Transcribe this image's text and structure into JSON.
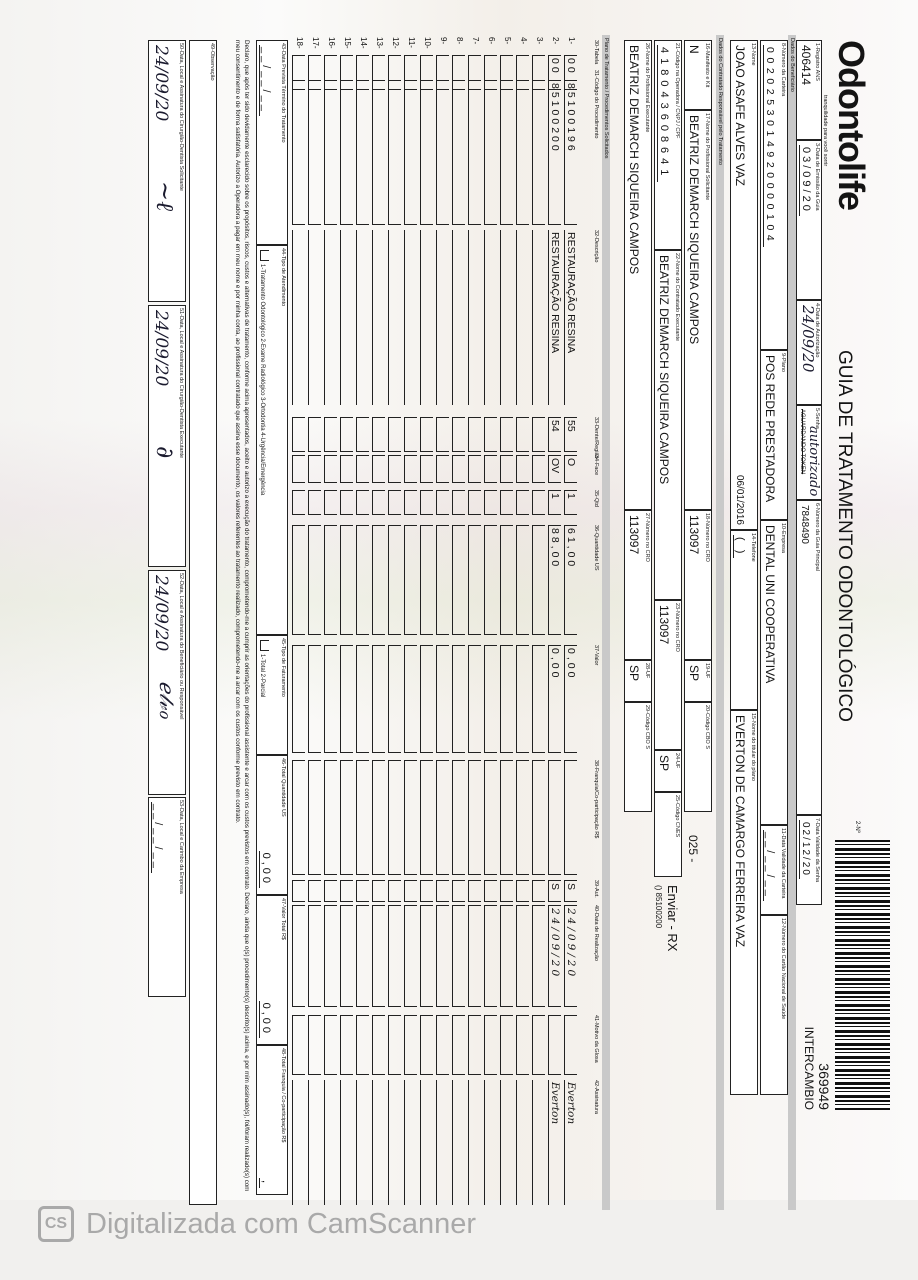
{
  "logo": {
    "brand": "Odontolife",
    "tagline": "tranquilidade para você sorrir"
  },
  "title": "GUIA DE TRATAMENTO ODONTOLÓGICO",
  "guide_no_label": "2-Nº",
  "barcode_number": "369949",
  "barcode_type": "INTERCAMBIO",
  "fields": {
    "ans": {
      "label": "1-Registro ANS",
      "value": "406414"
    },
    "emissao": {
      "label": "3-Data de Emissão da Guia",
      "value": "03/09/20"
    },
    "autorizacao": {
      "label": "4-Data de Autorização",
      "value": "24/09/20"
    },
    "senha": {
      "label": "5-Senha",
      "value": "autorizado",
      "printed": "AGUARDANDO TOKEN"
    },
    "guia_principal": {
      "label": "6-Número da Guia Principal",
      "value": "7848490"
    },
    "validade_senha": {
      "label": "7-Data Validade da Senha",
      "value": "02/12/20"
    },
    "carteira": {
      "label": "8-Número da Carteira",
      "value": "0020253014920000104"
    },
    "plano": {
      "label": "9-Plano",
      "value": "POS REDE PRESTADORA"
    },
    "empresa": {
      "label": "10-Empresa",
      "value": "DENTAL UNI COOPERATIVA"
    },
    "validade_carteira": {
      "label": "11-Data Validade da Carteira",
      "value": "__/__/__"
    },
    "cns": {
      "label": "12-Número do Cartão Nacional de Saúde",
      "value": ""
    },
    "nome": {
      "label": "13-Nome",
      "value": "JOAO ASAFE ALVES VAZ",
      "birth": "06/01/2016"
    },
    "telefone": {
      "label": "14-Telefone",
      "value": "(    )"
    },
    "titular": {
      "label": "15-Nome do titular do plano",
      "value": "EVERTON DE CAMARGO FERREIRA VAZ"
    },
    "conselho": {
      "label": "16-Manifesto e Kit",
      "value": "N"
    },
    "solicitante": {
      "label": "17-Nome do Profissional Solicitante",
      "value": "BEATRIZ DEMARCH SIQUEIRA CAMPOS"
    },
    "cro_sol": {
      "label": "18-Número no CRO",
      "value": "113097"
    },
    "uf_sol": {
      "label": "19-UF",
      "value": "SP"
    },
    "cbo_sol": {
      "label": "20-Código CBO S",
      "value": ""
    },
    "codigo_op": {
      "label": "21-Código na Operadora / CNPJ / CPF",
      "value": "418043608641"
    },
    "contratado": {
      "label": "22-Nome do Contratado Executante",
      "value": "BEATRIZ DEMARCH SIQUEIRA CAMPOS"
    },
    "cro_cont": {
      "label": "23-Número no CRO",
      "value": "113097"
    },
    "uf_cont": {
      "label": "24-UF",
      "value": "SP"
    },
    "cnes": {
      "label": "25-Código CNES",
      "value": ""
    },
    "executante": {
      "label": "26-Nome do Profissional Executante",
      "value": "BEATRIZ DEMARCH SIQUEIRA CAMPOS"
    },
    "cro_exec": {
      "label": "27-Número no CRO",
      "value": "113097"
    },
    "uf_exec": {
      "label": "28-UF",
      "value": "SP"
    },
    "cbo_exec": {
      "label": "29-Código CBO S",
      "value": ""
    }
  },
  "notes": {
    "n1": "025 -",
    "n2": "Enviar - RX",
    "n3": "() 85100200"
  },
  "sections": {
    "beneficiario": "Dados do Beneficiário",
    "contratado": "Dados do Contratado Responsável pelo Tratamento",
    "plano": "Plano de Tratamento / Procedimentos Solicitados"
  },
  "columns": [
    "30-Tabela",
    "31-Código do Procedimento",
    "32-Descrição",
    "33-Dente/Região",
    "34-Face",
    "35-Qtd",
    "36-Quantidade US",
    "37-Valor",
    "38-Franquia/Co-participação R$",
    "39-Aut.",
    "40-Data de Realização",
    "41-Motivo da Glosa",
    "42-Assinatura"
  ],
  "procedures": [
    {
      "n": "1-",
      "tabela": "00",
      "codigo": "85100196",
      "descricao": "RESTAURAÇÃO RESINA",
      "dente": "55",
      "face": "O",
      "qtd": "1",
      "qtd_us": "61,00",
      "valor": "0,00",
      "franquia": "",
      "aut": "S",
      "data": "24/09/20",
      "motivo": "",
      "assinatura": "Everton"
    },
    {
      "n": "2-",
      "tabela": "00",
      "codigo": "85100200",
      "descricao": "RESTAURAÇÃO RESINA",
      "dente": "54",
      "face": "OV",
      "qtd": "1",
      "qtd_us": "88,00",
      "valor": "0,00",
      "franquia": "",
      "aut": "S",
      "data": "24/09/20",
      "motivo": "",
      "assinatura": "Everton"
    },
    {
      "n": "3-"
    },
    {
      "n": "4-"
    },
    {
      "n": "5-"
    },
    {
      "n": "6-"
    },
    {
      "n": "7-"
    },
    {
      "n": "8-"
    },
    {
      "n": "9-"
    },
    {
      "n": "10-"
    },
    {
      "n": "11-"
    },
    {
      "n": "12-"
    },
    {
      "n": "13-"
    },
    {
      "n": "14-"
    },
    {
      "n": "15-"
    },
    {
      "n": "16-"
    },
    {
      "n": "17-"
    },
    {
      "n": "18-"
    }
  ],
  "totals": {
    "previsao": {
      "label": "43-Data Prevista Término do Tratamento",
      "value": "__/__/__"
    },
    "atendimento": {
      "label": "44-Tipo de Atendimento",
      "value": "1-Tratamento Odontológico  2-Exame Radiológico  3-Ortodontia  4-Urgência/Emergência"
    },
    "faturamento": {
      "label": "45-Tipo de Faturamento",
      "value": "1-Total  2-Parcial"
    },
    "qtd_us": {
      "label": "46-Total Quantidade US",
      "value": "0,00"
    },
    "valor": {
      "label": "47-Valor Total R$",
      "value": "0,00"
    },
    "franquia": {
      "label": "48-Total Franquia / Co-participação R$",
      "value": ","
    }
  },
  "declaration": "Declaro, que após ter sido devidamente esclarecido sobre os propósitos, riscos, custos e alternativas de tratamento, conforme acima apresentados, aceito e autorizo a execução do tratamento, comprometendo-me a cumprir as orientações do profissional assistente e arcar com os custos previstos em contrato. Declaro, ainda que o(s) procedimento(s) descrito(s) acima, e por mim assinado(s), foi/foram realizado(s) com meu consentimento e de forma satisfatória. Autorizo a Operadora a pagar em meu nome e por minha conta, ao profissional contratado que assina esse documento, os valores referentes ao tratamento realizado, comprometendo-me a arcar com os custos conforme previsto em contrato.",
  "observacao": {
    "label": "49-Observação",
    "value": ""
  },
  "signatures": [
    {
      "label": "50-Data, Local e Assinatura do Cirurgião-Dentista Solicitante",
      "date": "24/09/20"
    },
    {
      "label": "51-Data, Local e Assinatura do Cirurgião-Dentista Executante",
      "date": "24/09/20"
    },
    {
      "label": "52-Data, Local e Assinatura do Beneficiário ou Responsável",
      "date": "24/09/20"
    },
    {
      "label": "53-Data, Local e Carimbo da Empresa",
      "date": "__/__/__"
    }
  ],
  "watermark": {
    "icon": "CS",
    "text": "Digitalizada com CamScanner"
  }
}
